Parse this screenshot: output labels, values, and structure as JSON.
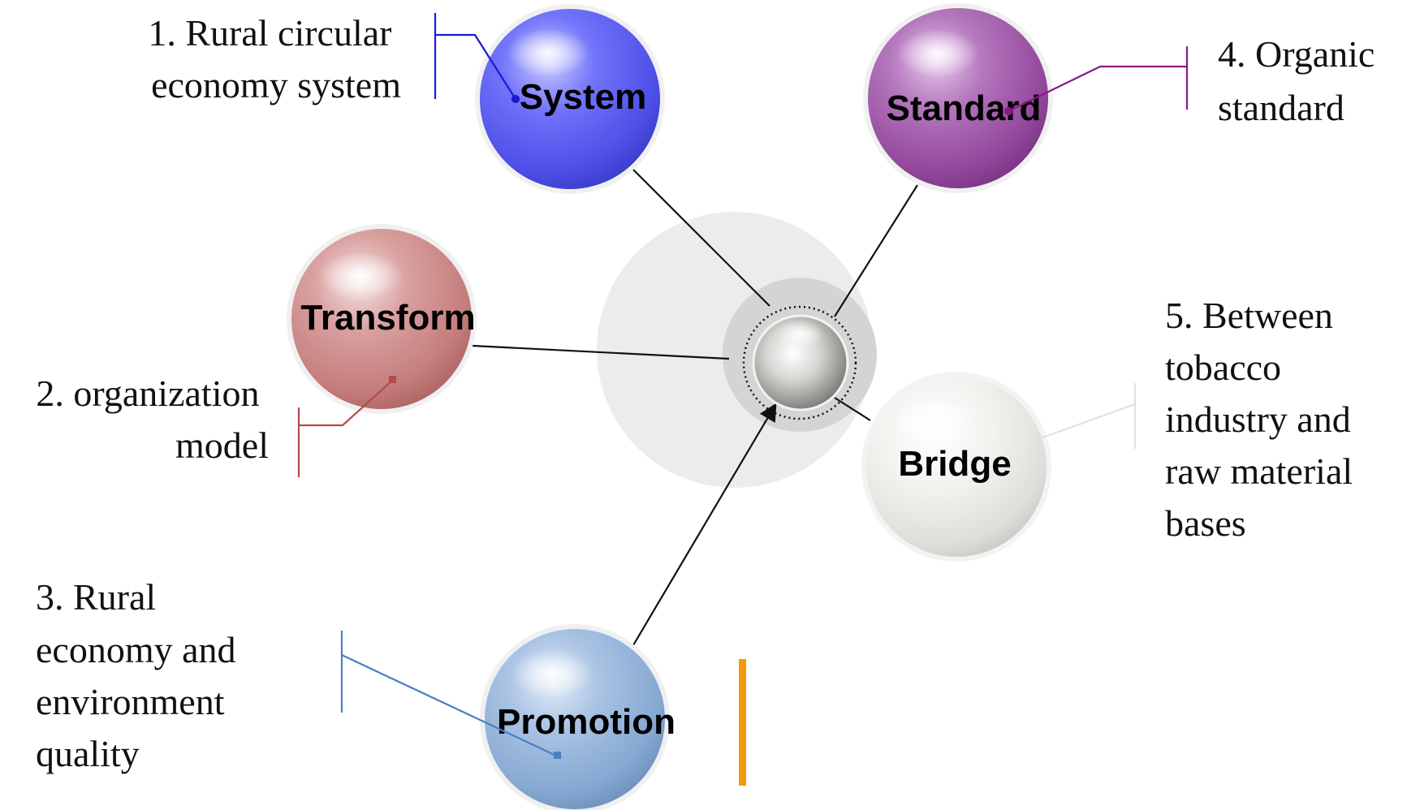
{
  "nodes": {
    "system": {
      "label": "System",
      "color": "#5a5cf5"
    },
    "standard": {
      "label": "Standard",
      "color": "#9b4fa4"
    },
    "transform": {
      "label": "Transform",
      "color": "#c98584"
    },
    "bridge": {
      "label": "Bridge",
      "color": "#e6e6e2"
    },
    "promotion": {
      "label": "Promotion",
      "color": "#8aaed6"
    },
    "hub": {
      "label": "",
      "color": "#c8c8c6"
    }
  },
  "captions": {
    "system": [
      "1. Rural circular",
      "economy system"
    ],
    "transform": [
      "2. organization",
      "model"
    ],
    "promotion": [
      "3. Rural",
      "economy and",
      "environment",
      "quality"
    ],
    "standard": [
      "4. Organic",
      "standard"
    ],
    "bridge": [
      "5. Between",
      "tobacco",
      "industry and",
      "raw material",
      "bases"
    ]
  },
  "colors": {
    "system_callout": "#1a1ad6",
    "transform_callout": "#b84a4a",
    "promotion_callout": "#4a7fc4",
    "standard_callout": "#8a1a8a",
    "bridge_callout": "#e2e2dc",
    "accent_bar": "#f39a0a"
  }
}
